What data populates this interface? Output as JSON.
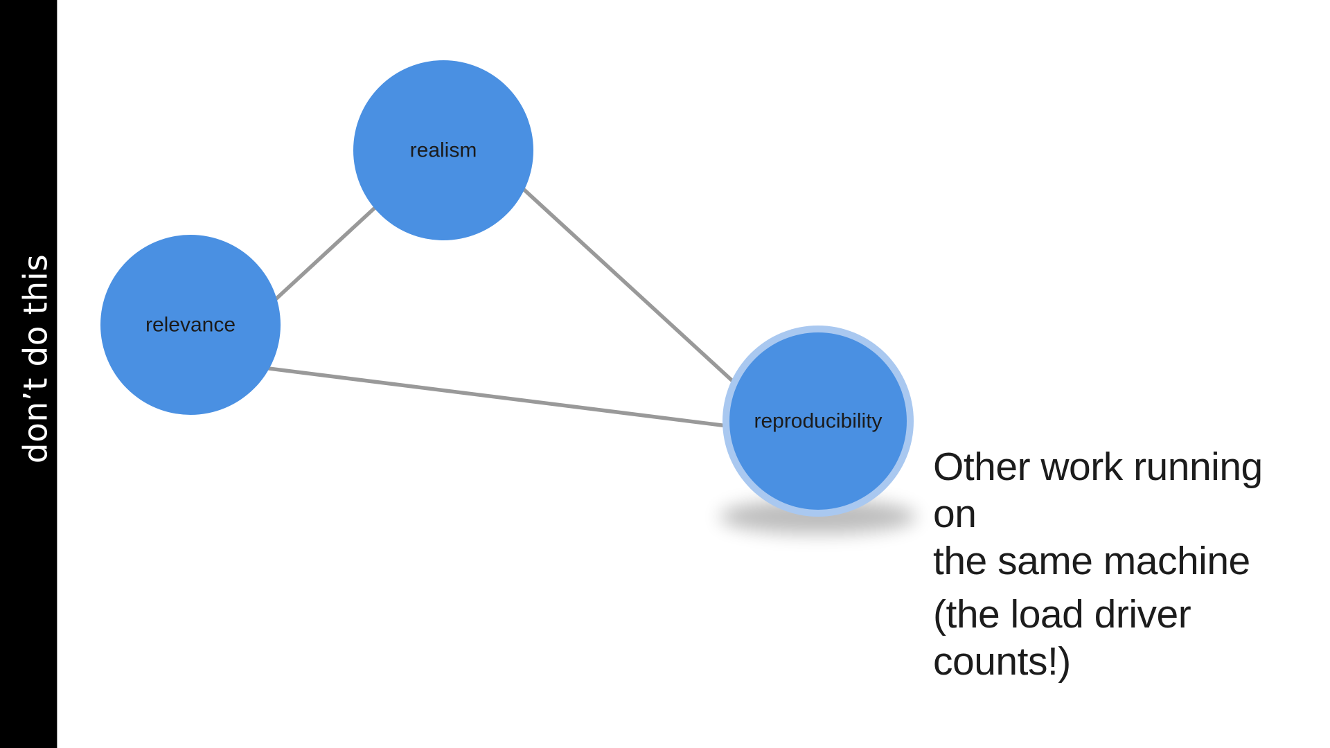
{
  "sidebar": {
    "label": "don’t do this"
  },
  "diagram": {
    "nodes": [
      {
        "id": "realism",
        "label": "realism"
      },
      {
        "id": "relevance",
        "label": "relevance"
      },
      {
        "id": "reproducibility",
        "label": "reproducibility",
        "highlighted": true
      }
    ],
    "edges": [
      {
        "from": "relevance",
        "to": "realism"
      },
      {
        "from": "realism",
        "to": "reproducibility"
      },
      {
        "from": "relevance",
        "to": "reproducibility"
      }
    ]
  },
  "annotation": {
    "lines": [
      "Other work running on",
      "the same machine"
    ],
    "note": "(the load driver counts!)"
  },
  "colors": {
    "node_fill": "#4a90e2",
    "halo": "#a9c8f0",
    "edge": "#999999",
    "sidebar_bg": "#000000",
    "sidebar_text": "#ffffff",
    "node_label": "#1b1b1b",
    "annotation_text": "#1c1c1c",
    "background": "#ffffff"
  }
}
